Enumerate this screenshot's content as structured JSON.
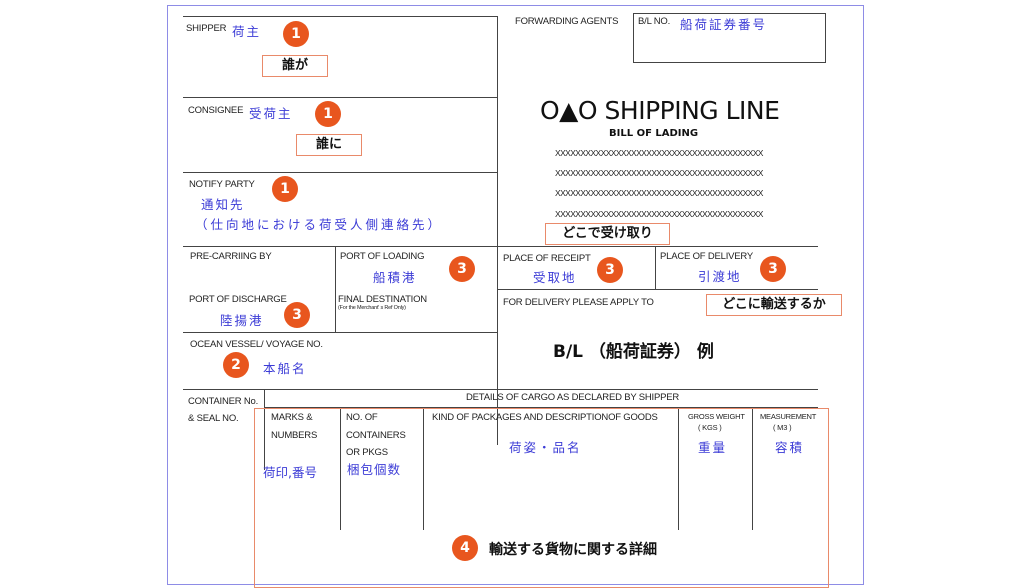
{
  "fields": {
    "shipper": "SHIPPER",
    "shipper_jp": "荷主",
    "consignee": "CONSIGNEE",
    "consignee_jp": "受荷主",
    "notify": "NOTIFY PARTY",
    "notify_jp": "通知先",
    "notify_jp2": "（仕向地における荷受人側連絡先）",
    "forwarding": "FORWARDING AGENTS",
    "bl_no": "B/L NO.",
    "bl_no_jp": "船荷証券番号",
    "pre_carriage": "PRE-CARRIING BY",
    "port_loading": "PORT OF LOADING",
    "port_loading_jp": "船積港",
    "place_receipt": "PLACE OF RECEIPT",
    "place_receipt_jp": "受取地",
    "place_delivery": "PLACE OF DELIVERY",
    "place_delivery_jp": "引渡地",
    "port_discharge": "PORT OF DISCHARGE",
    "port_discharge_jp": "陸揚港",
    "final_dest": "FINAL DESTINATION",
    "final_dest_note": "(For the Merchant' s Ref Only)",
    "delivery_apply": "FOR DELIVERY PLEASE APPLY TO",
    "vessel": "OCEAN VESSEL/ VOYAGE NO.",
    "vessel_jp": "本船名",
    "container1": "CONTAINER No.",
    "container2": "& SEAL NO.",
    "cargo_details": "DETAILS OF CARGO AS DECLARED BY SHIPPER",
    "marks1": "MARKS &",
    "marks2": "NUMBERS",
    "marks_jp": "荷印,番号",
    "noc1": "NO. OF",
    "noc2": "CONTAINERS",
    "noc3": "OR PKGS",
    "noc_jp": "梱包個数",
    "kind": "KIND OF PACKAGES AND DESCRIPTIONOF GOODS",
    "kind_jp": "荷姿・品名",
    "gross1": "GROSS WEIGHT",
    "gross2": "( KGS )",
    "gross_jp": "重量",
    "meas1": "MEASUREMENT",
    "meas2": "( M3 )",
    "meas_jp": "容積"
  },
  "header": {
    "company": "O▲O SHIPPING LINE",
    "subtitle": "BILL OF LADING",
    "filler": "XXXXXXXXXXXXXXXXXXXXXXXXXXXXXXXXXXXXXXXXX",
    "example_title": "B/L （船荷証券） 例"
  },
  "annotations": {
    "who": "誰が",
    "whom": "誰に",
    "where_receive": "どこで受け取り",
    "where_ship": "どこに輸送するか",
    "cargo": "輸送する貨物に関する詳細"
  },
  "badges": {
    "one": "1",
    "two": "2",
    "three": "3",
    "four": "4"
  },
  "colors": {
    "accent": "#e8561e",
    "jp_text": "#3b3bd6",
    "border": "#8e8ce6"
  }
}
